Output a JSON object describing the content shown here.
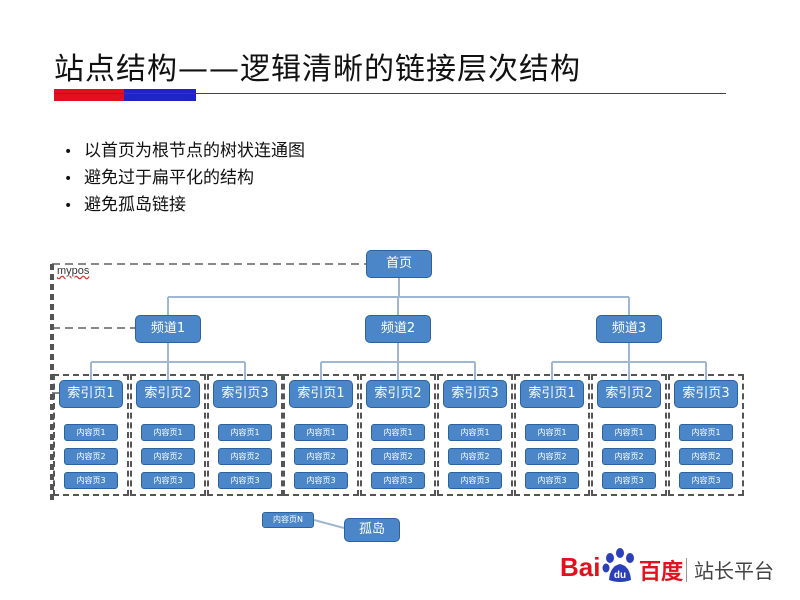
{
  "slide": {
    "title": "站点结构——逻辑清晰的链接层次结构",
    "bullets": [
      "以首页为根节点的树状连通图",
      "避免过于扁平化的结构",
      "避免孤岛链接"
    ]
  },
  "diagram": {
    "root": "首页",
    "mypos_label": "mypos",
    "channels": [
      {
        "label": "频道1",
        "index_pages": [
          {
            "label": "索引页1",
            "content_pages": [
              "内容页1",
              "内容页2",
              "内容页3"
            ]
          },
          {
            "label": "索引页2",
            "content_pages": [
              "内容页1",
              "内容页2",
              "内容页3"
            ]
          },
          {
            "label": "索引页3",
            "content_pages": [
              "内容页1",
              "内容页2",
              "内容页3"
            ]
          }
        ]
      },
      {
        "label": "频道2",
        "index_pages": [
          {
            "label": "索引页1",
            "content_pages": [
              "内容页1",
              "内容页2",
              "内容页3"
            ]
          },
          {
            "label": "索引页2",
            "content_pages": [
              "内容页1",
              "内容页2",
              "内容页3"
            ]
          },
          {
            "label": "索引页3",
            "content_pages": [
              "内容页1",
              "内容页2",
              "内容页3"
            ]
          }
        ]
      },
      {
        "label": "频道3",
        "index_pages": [
          {
            "label": "索引页1",
            "content_pages": [
              "内容页1",
              "内容页2",
              "内容页3"
            ]
          },
          {
            "label": "索引页2",
            "content_pages": [
              "内容页1",
              "内容页2",
              "内容页3"
            ]
          },
          {
            "label": "索引页3",
            "content_pages": [
              "内容页1",
              "内容页2",
              "内容页3"
            ]
          }
        ]
      }
    ],
    "orphan": {
      "content_page": "内容页N",
      "label": "孤岛"
    }
  },
  "logo": {
    "brand_latin": "Bai",
    "brand_du": "du",
    "brand_cn": "百度",
    "product": "站长平台"
  },
  "colors": {
    "node_fill": "#4a86c8",
    "node_border": "#2d62a0",
    "connector": "#9fb7d2",
    "accent_red": "#e0101e",
    "accent_blue": "#1e24c8"
  }
}
